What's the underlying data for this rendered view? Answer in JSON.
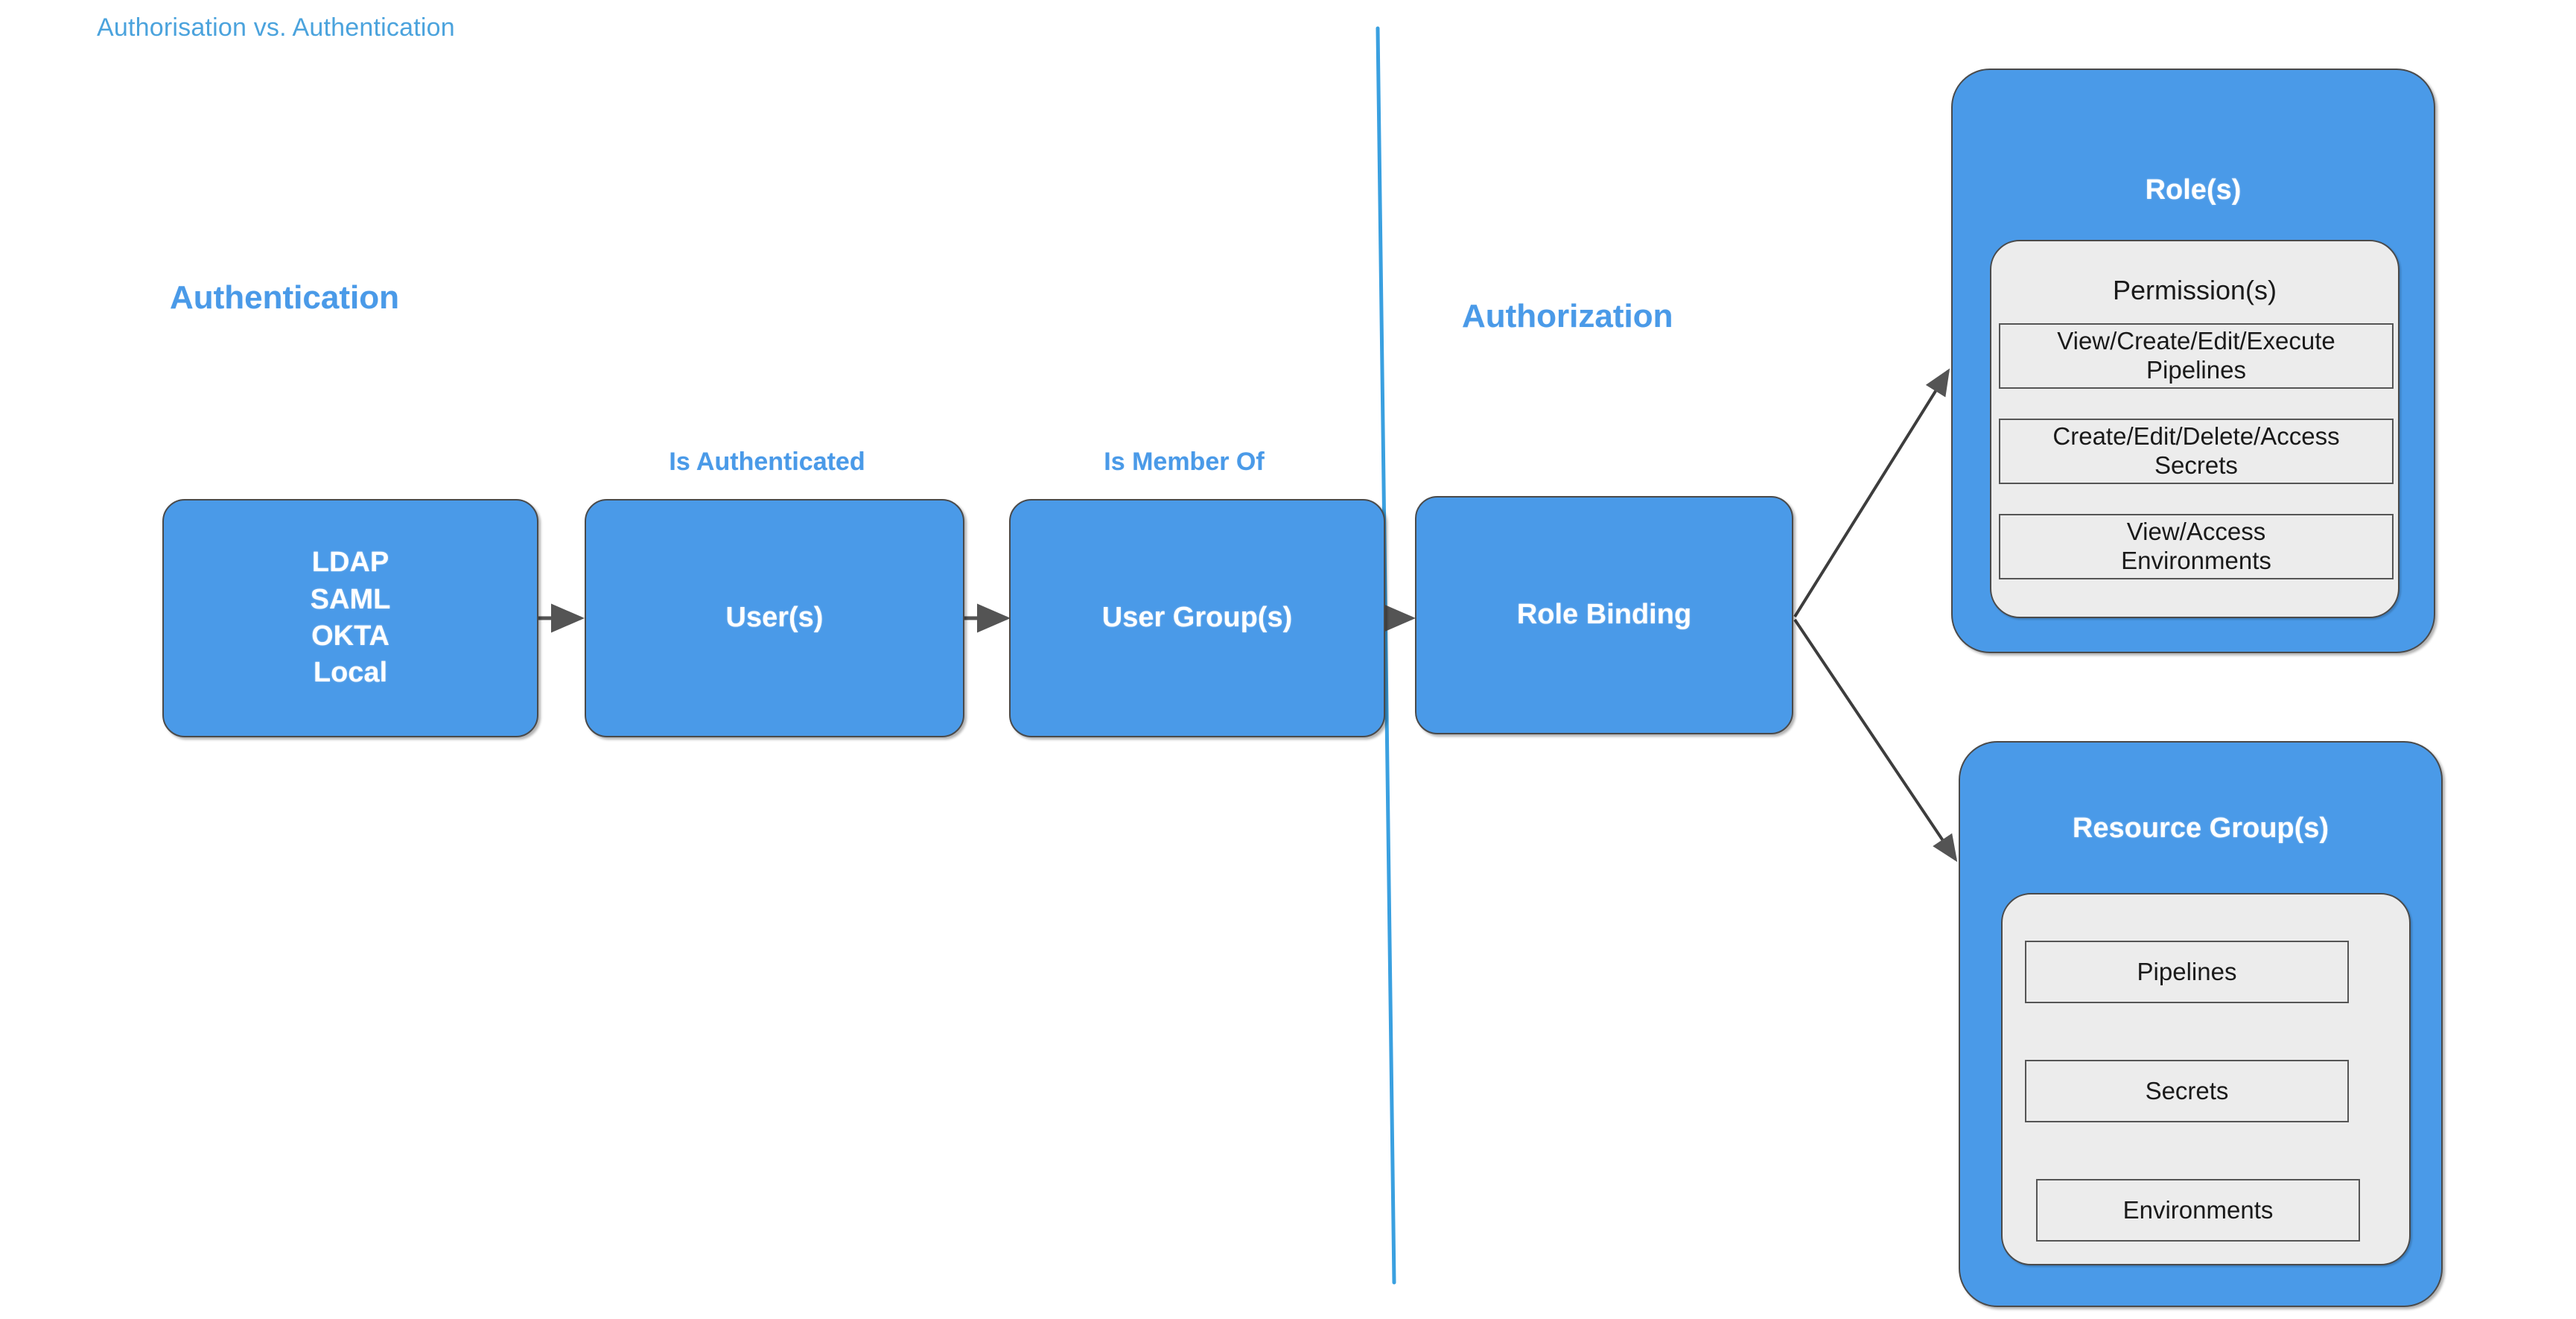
{
  "page": {
    "title": "Authorisation vs. Authentication",
    "background_color": "#ffffff"
  },
  "colors": {
    "accent_blue": "#4a9ae8",
    "title_blue": "#4ba3dd",
    "divider_blue": "#3aa0e0",
    "panel_gray": "#ececec",
    "border_dark": "#4a4a4a",
    "text_white": "#ffffff",
    "text_dark": "#1a1a1a",
    "arrow_gray": "#545454"
  },
  "sections": {
    "left": {
      "heading": "Authentication"
    },
    "right": {
      "heading": "Authorization"
    }
  },
  "divider": {
    "name": "vertical-divider",
    "color": "#3aa0e0"
  },
  "flow": {
    "boxes": [
      {
        "id": "identity-sources",
        "text": "LDAP\nSAML\nOKTA\nLocal",
        "lines": [
          "LDAP",
          "SAML",
          "OKTA",
          "Local"
        ]
      },
      {
        "id": "users",
        "text": "User(s)",
        "incoming_label": "Is Authenticated"
      },
      {
        "id": "user-groups",
        "text": "User Group(s)",
        "incoming_label": "Is Member Of"
      },
      {
        "id": "role-binding",
        "text": "Role Binding"
      }
    ],
    "edge_labels": [
      "Is Authenticated",
      "Is Member Of"
    ]
  },
  "panels": {
    "roles": {
      "title": "Role(s)",
      "inner_title": "Permission(s)",
      "items": [
        "View/Create/Edit/Execute\nPipelines",
        "Create/Edit/Delete/Access\nSecrets",
        "View/Access\nEnvironments"
      ]
    },
    "resource_groups": {
      "title": "Resource Group(s)",
      "inner_title": "",
      "items": [
        "Pipelines",
        "Secrets",
        "Environments"
      ]
    }
  }
}
